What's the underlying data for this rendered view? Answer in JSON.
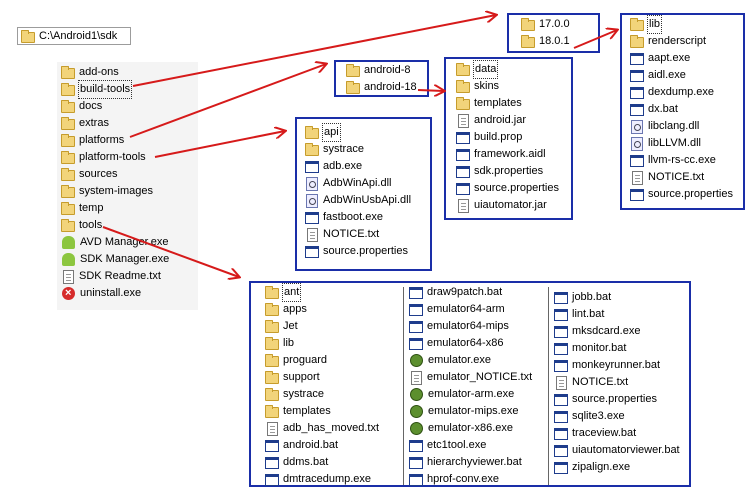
{
  "address": {
    "path": "C:\\Android1\\sdk"
  },
  "sdk_root": [
    {
      "icon": "folder",
      "label": "add-ons"
    },
    {
      "icon": "folder",
      "label": "build-tools",
      "selected": true
    },
    {
      "icon": "folder",
      "label": "docs"
    },
    {
      "icon": "folder",
      "label": "extras"
    },
    {
      "icon": "folder",
      "label": "platforms"
    },
    {
      "icon": "folder",
      "label": "platform-tools"
    },
    {
      "icon": "folder",
      "label": "sources"
    },
    {
      "icon": "folder",
      "label": "system-images"
    },
    {
      "icon": "folder",
      "label": "temp"
    },
    {
      "icon": "folder",
      "label": "tools"
    },
    {
      "icon": "android",
      "label": "AVD Manager.exe"
    },
    {
      "icon": "android",
      "label": "SDK Manager.exe"
    },
    {
      "icon": "file",
      "label": "SDK Readme.txt"
    },
    {
      "icon": "err",
      "label": "uninstall.exe"
    }
  ],
  "build_tools": [
    {
      "icon": "folder",
      "label": "17.0.0"
    },
    {
      "icon": "folder",
      "label": "18.0.1"
    }
  ],
  "build_tools_18": [
    {
      "icon": "folder",
      "label": "lib",
      "selected": true
    },
    {
      "icon": "folder",
      "label": "renderscript"
    },
    {
      "icon": "exe",
      "label": "aapt.exe"
    },
    {
      "icon": "exe",
      "label": "aidl.exe"
    },
    {
      "icon": "exe",
      "label": "dexdump.exe"
    },
    {
      "icon": "exe",
      "label": "dx.bat"
    },
    {
      "icon": "dll",
      "label": "libclang.dll"
    },
    {
      "icon": "dll",
      "label": "libLLVM.dll"
    },
    {
      "icon": "exe",
      "label": "llvm-rs-cc.exe"
    },
    {
      "icon": "file",
      "label": "NOTICE.txt"
    },
    {
      "icon": "exe",
      "label": "source.properties"
    }
  ],
  "platforms": [
    {
      "icon": "folder",
      "label": "android-8"
    },
    {
      "icon": "folder",
      "label": "android-18"
    }
  ],
  "android_18": [
    {
      "icon": "folder",
      "label": "data",
      "selected": true
    },
    {
      "icon": "folder",
      "label": "skins"
    },
    {
      "icon": "folder",
      "label": "templates"
    },
    {
      "icon": "file",
      "label": "android.jar"
    },
    {
      "icon": "exe",
      "label": "build.prop"
    },
    {
      "icon": "exe",
      "label": "framework.aidl"
    },
    {
      "icon": "exe",
      "label": "sdk.properties"
    },
    {
      "icon": "exe",
      "label": "source.properties"
    },
    {
      "icon": "file",
      "label": "uiautomator.jar"
    }
  ],
  "platform_tools": [
    {
      "icon": "folder",
      "label": "api",
      "selected": true
    },
    {
      "icon": "folder",
      "label": "systrace"
    },
    {
      "icon": "exe",
      "label": "adb.exe"
    },
    {
      "icon": "dll",
      "label": "AdbWinApi.dll"
    },
    {
      "icon": "dll",
      "label": "AdbWinUsbApi.dll"
    },
    {
      "icon": "exe",
      "label": "fastboot.exe"
    },
    {
      "icon": "file",
      "label": "NOTICE.txt"
    },
    {
      "icon": "exe",
      "label": "source.properties"
    }
  ],
  "tools_col1": [
    {
      "icon": "folder",
      "label": "ant",
      "selected": true
    },
    {
      "icon": "folder",
      "label": "apps"
    },
    {
      "icon": "folder",
      "label": "Jet"
    },
    {
      "icon": "folder",
      "label": "lib"
    },
    {
      "icon": "folder",
      "label": "proguard"
    },
    {
      "icon": "folder",
      "label": "support"
    },
    {
      "icon": "folder",
      "label": "systrace"
    },
    {
      "icon": "folder",
      "label": "templates"
    },
    {
      "icon": "file",
      "label": "adb_has_moved.txt"
    },
    {
      "icon": "exe",
      "label": "android.bat"
    },
    {
      "icon": "exe",
      "label": "ddms.bat"
    },
    {
      "icon": "exe",
      "label": "dmtracedump.exe"
    }
  ],
  "tools_col2": [
    {
      "icon": "exe",
      "label": "draw9patch.bat"
    },
    {
      "icon": "exe",
      "label": "emulator64-arm"
    },
    {
      "icon": "exe",
      "label": "emulator64-mips"
    },
    {
      "icon": "exe",
      "label": "emulator64-x86"
    },
    {
      "icon": "emu",
      "label": "emulator.exe"
    },
    {
      "icon": "file",
      "label": "emulator_NOTICE.txt"
    },
    {
      "icon": "emu",
      "label": "emulator-arm.exe"
    },
    {
      "icon": "emu",
      "label": "emulator-mips.exe"
    },
    {
      "icon": "emu",
      "label": "emulator-x86.exe"
    },
    {
      "icon": "exe",
      "label": "etc1tool.exe"
    },
    {
      "icon": "exe",
      "label": "hierarchyviewer.bat"
    },
    {
      "icon": "exe",
      "label": "hprof-conv.exe"
    }
  ],
  "tools_col3": [
    {
      "icon": "exe",
      "label": "jobb.bat"
    },
    {
      "icon": "exe",
      "label": "lint.bat"
    },
    {
      "icon": "exe",
      "label": "mksdcard.exe"
    },
    {
      "icon": "exe",
      "label": "monitor.bat"
    },
    {
      "icon": "exe",
      "label": "monkeyrunner.bat"
    },
    {
      "icon": "file",
      "label": "NOTICE.txt"
    },
    {
      "icon": "exe",
      "label": "source.properties"
    },
    {
      "icon": "exe",
      "label": "sqlite3.exe"
    },
    {
      "icon": "exe",
      "label": "traceview.bat"
    },
    {
      "icon": "exe",
      "label": "uiautomatorviewer.bat"
    },
    {
      "icon": "exe",
      "label": "zipalign.exe"
    }
  ],
  "colors": {
    "panel_border": "#1a2ea8",
    "arrow": "#d61a1a"
  }
}
